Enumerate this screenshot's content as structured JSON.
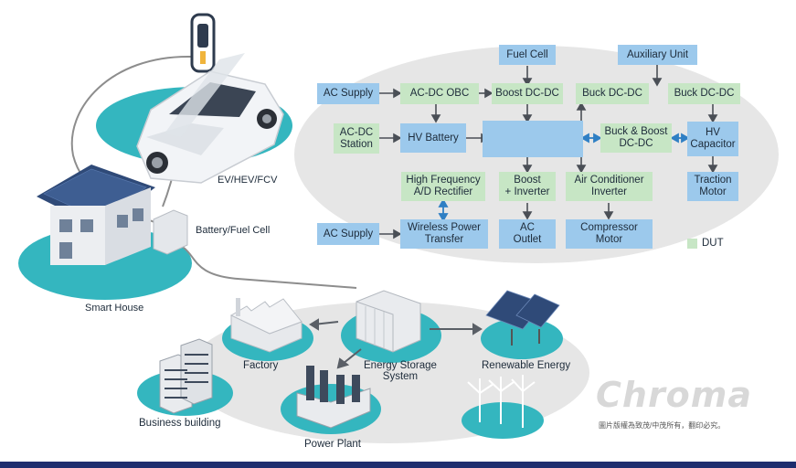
{
  "diagram": {
    "boxes": {
      "fuel_cell": "Fuel Cell",
      "auxiliary_unit": "Auxiliary Unit",
      "ac_supply_top": "AC Supply",
      "ac_dc_obc": "AC-DC OBC",
      "boost_dc_dc": "Boost DC-DC",
      "buck_dc_dc_1": "Buck DC-DC",
      "buck_dc_dc_2": "Buck DC-DC",
      "ac_dc_station": "AC-DC\nStation",
      "hv_battery": "HV Battery",
      "buck_boost_dc_dc": "Buck & Boost\nDC-DC",
      "hv_capacitor": "HV\nCapacitor",
      "high_freq_rectifier": "High Frequency\nA/D Rectifier",
      "boost_inverter": "Boost\n+ Inverter",
      "ac_conditioner_inverter": "Air Conditioner\nInverter",
      "traction_motor": "Traction\nMotor",
      "ac_supply_bottom": "AC Supply",
      "wireless_power_transfer": "Wireless Power\nTransfer",
      "ac_outlet": "AC\nOutlet",
      "compressor_motor": "Compressor\nMotor"
    },
    "legend": "DUT",
    "labels": {
      "ev": "EV/HEV/FCV",
      "battery_fuel_cell": "Battery/Fuel Cell",
      "smart_house": "Smart House",
      "factory": "Factory",
      "energy_storage": "Energy Storage\nSystem",
      "renewable": "Renewable Energy",
      "business_building": "Business building",
      "power_plant": "Power Plant"
    },
    "brand": "Chroma",
    "copyright": "圖片版權為致茂/中茂所有，翻印必究。",
    "colors": {
      "blue_box": "#9cc9ec",
      "green_box": "#c7e6c5",
      "teal": "#34b6bf",
      "ellipse": "#e8e8e8",
      "bar": "#1e2d6e"
    }
  }
}
